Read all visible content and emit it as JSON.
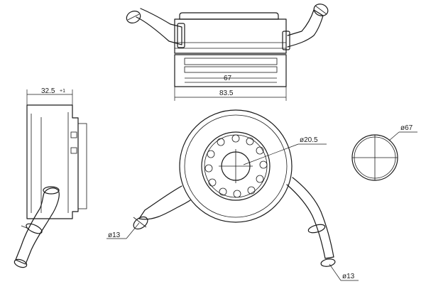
{
  "dimensions": {
    "inner_width": "67",
    "total_width": "83.5",
    "height": "32.5",
    "height_tolerance": "+1",
    "center_bore_diameter": "ø20.5",
    "seal_diameter": "ø67",
    "pipe_diameter_left": "ø13",
    "pipe_diameter_right": "ø13"
  }
}
